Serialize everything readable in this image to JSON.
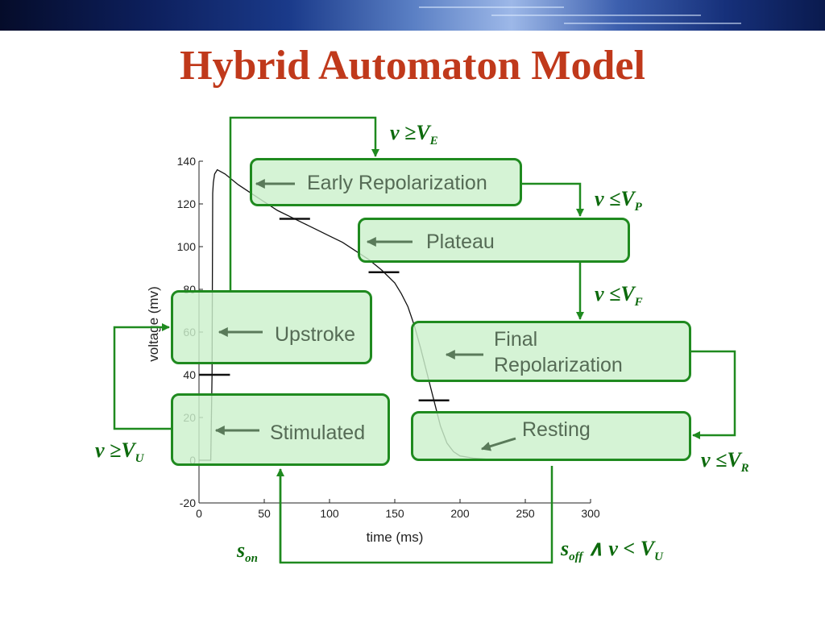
{
  "slide": {
    "title": "Hybrid Automaton Model"
  },
  "states": {
    "early_repolarization": "Early Repolarization",
    "plateau": "Plateau",
    "upstroke": "Upstroke",
    "final_repolarization": "Final\nRepolarization",
    "stimulated": "Stimulated",
    "resting": "Resting"
  },
  "guards": {
    "to_early": {
      "lhs": "v",
      "op": "≥",
      "rhs": "V",
      "sub": "E"
    },
    "to_plateau": {
      "lhs": "v",
      "op": "≤",
      "rhs": "V",
      "sub": "P"
    },
    "to_final": {
      "lhs": "v",
      "op": "≤",
      "rhs": "V",
      "sub": "F"
    },
    "to_resting": {
      "lhs": "v",
      "op": "≤",
      "rhs": "V",
      "sub": "R"
    },
    "to_upstroke": {
      "lhs": "v",
      "op": "≥",
      "rhs": "V",
      "sub": "U"
    },
    "stim_on": {
      "lhs": "s",
      "sub": "on"
    },
    "stim_off": {
      "lhs": "s",
      "sub": "off",
      "rest": "∧ v < V",
      "sub2": "U"
    }
  },
  "chart_data": {
    "type": "line",
    "title": "",
    "xlabel": "time (ms)",
    "ylabel": "voltage (mv)",
    "xlim": [
      0,
      300
    ],
    "ylim": [
      -20,
      140
    ],
    "x_ticks": [
      0,
      50,
      100,
      150,
      200,
      250,
      300
    ],
    "y_ticks": [
      -20,
      0,
      20,
      40,
      60,
      80,
      100,
      120,
      140
    ],
    "series": [
      {
        "x": [
          0,
          9,
          10,
          10.5,
          11,
          12,
          14,
          20,
          30,
          40,
          50,
          60,
          70,
          80,
          90,
          100,
          110,
          120,
          130,
          140,
          150,
          155,
          160,
          165,
          170,
          175,
          180,
          185,
          190,
          195,
          200,
          210,
          220,
          240,
          270
        ],
        "y": [
          0,
          0,
          40,
          125,
          130,
          134,
          136,
          134,
          129,
          125,
          121,
          117,
          114,
          111,
          108,
          105,
          102,
          98,
          94,
          89,
          83,
          78,
          72,
          63,
          52,
          40,
          28,
          16,
          8,
          4,
          2,
          1,
          0.5,
          0.3,
          0.2
        ]
      }
    ],
    "thresholds": [
      40,
      88,
      113,
      28
    ],
    "grid": false
  }
}
